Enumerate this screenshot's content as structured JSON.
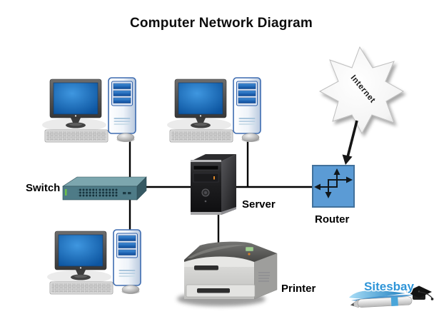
{
  "title": "Computer Network Diagram",
  "labels": {
    "switch": "Switch",
    "server": "Server",
    "router": "Router",
    "printer": "Printer",
    "internet": "Internet"
  },
  "logo": {
    "brand": "Sitesbay"
  },
  "diagram": {
    "type": "network-topology",
    "nodes": [
      "Workstation-1",
      "Workstation-2",
      "Workstation-3",
      "Switch",
      "Server",
      "Router",
      "Printer",
      "Internet"
    ],
    "connections": [
      "Workstation-1 to Switch",
      "Workstation-3 to Switch",
      "Switch to Server",
      "Server to Router",
      "Workstation-2 to Server-Router link",
      "Server to Printer",
      "Internet to Router (arrow)"
    ]
  },
  "colors": {
    "router_fill": "#5b9bd5",
    "router_border": "#41719c",
    "switch_front": "#4e7b87",
    "switch_top": "#7ca6ae",
    "monitor_screen": "#1667b8",
    "tower_accent": "#2e74b5",
    "cable": "#000000",
    "internet_fill": "#f7f7f7",
    "brand_blue": "#2f95d8"
  }
}
